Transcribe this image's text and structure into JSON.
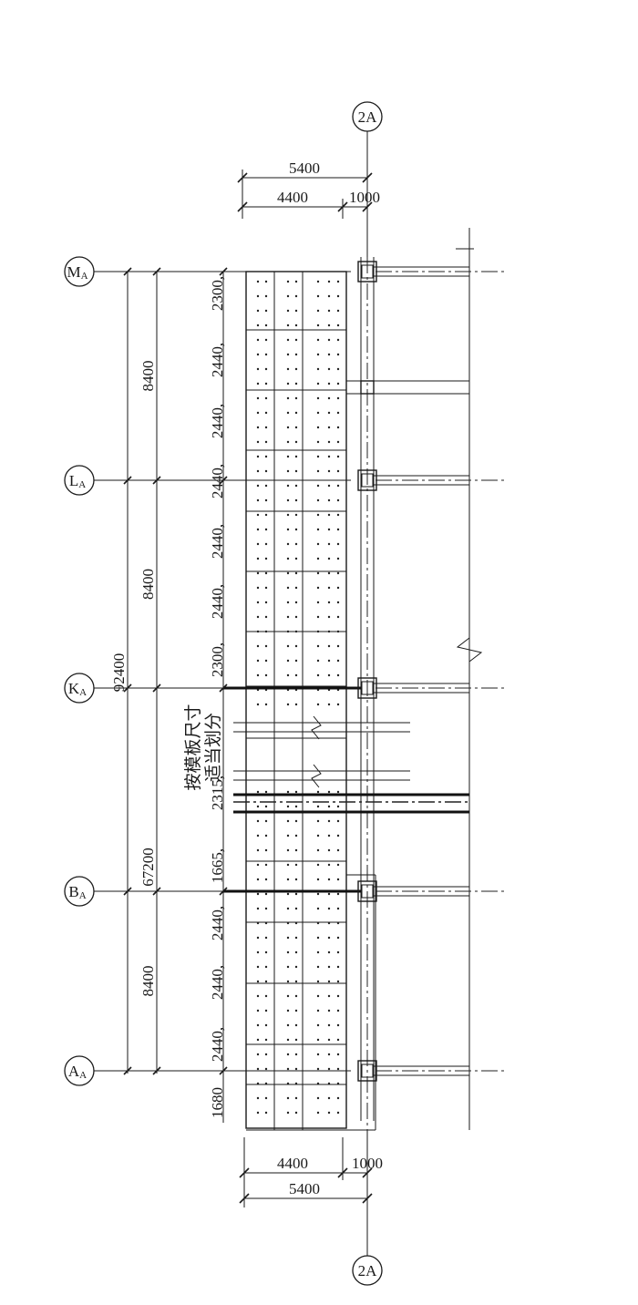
{
  "top_dims": {
    "overall": "5400",
    "left": "4400",
    "right": "1000"
  },
  "bottom_dims": {
    "overall": "5400",
    "left": "4400",
    "right": "1000"
  },
  "grid_axes": {
    "top": "2A",
    "bottom": "2A",
    "rows": [
      {
        "main": "M",
        "sub": "A"
      },
      {
        "main": "L",
        "sub": "A"
      },
      {
        "main": "K",
        "sub": "A"
      },
      {
        "main": "B",
        "sub": "A"
      },
      {
        "main": "A",
        "sub": "A"
      }
    ]
  },
  "overall_dim": "92400",
  "bay_dims": [
    "8400",
    "8400",
    "67200",
    "8400"
  ],
  "panel_dims": [
    "2300",
    "2440",
    "2440",
    "2440",
    "2440",
    "2440",
    "2300",
    "2315",
    "1665",
    "2440",
    "2440",
    "2440",
    "1680"
  ],
  "note": {
    "line1": "按模板尺寸",
    "line2": "适当划分"
  }
}
